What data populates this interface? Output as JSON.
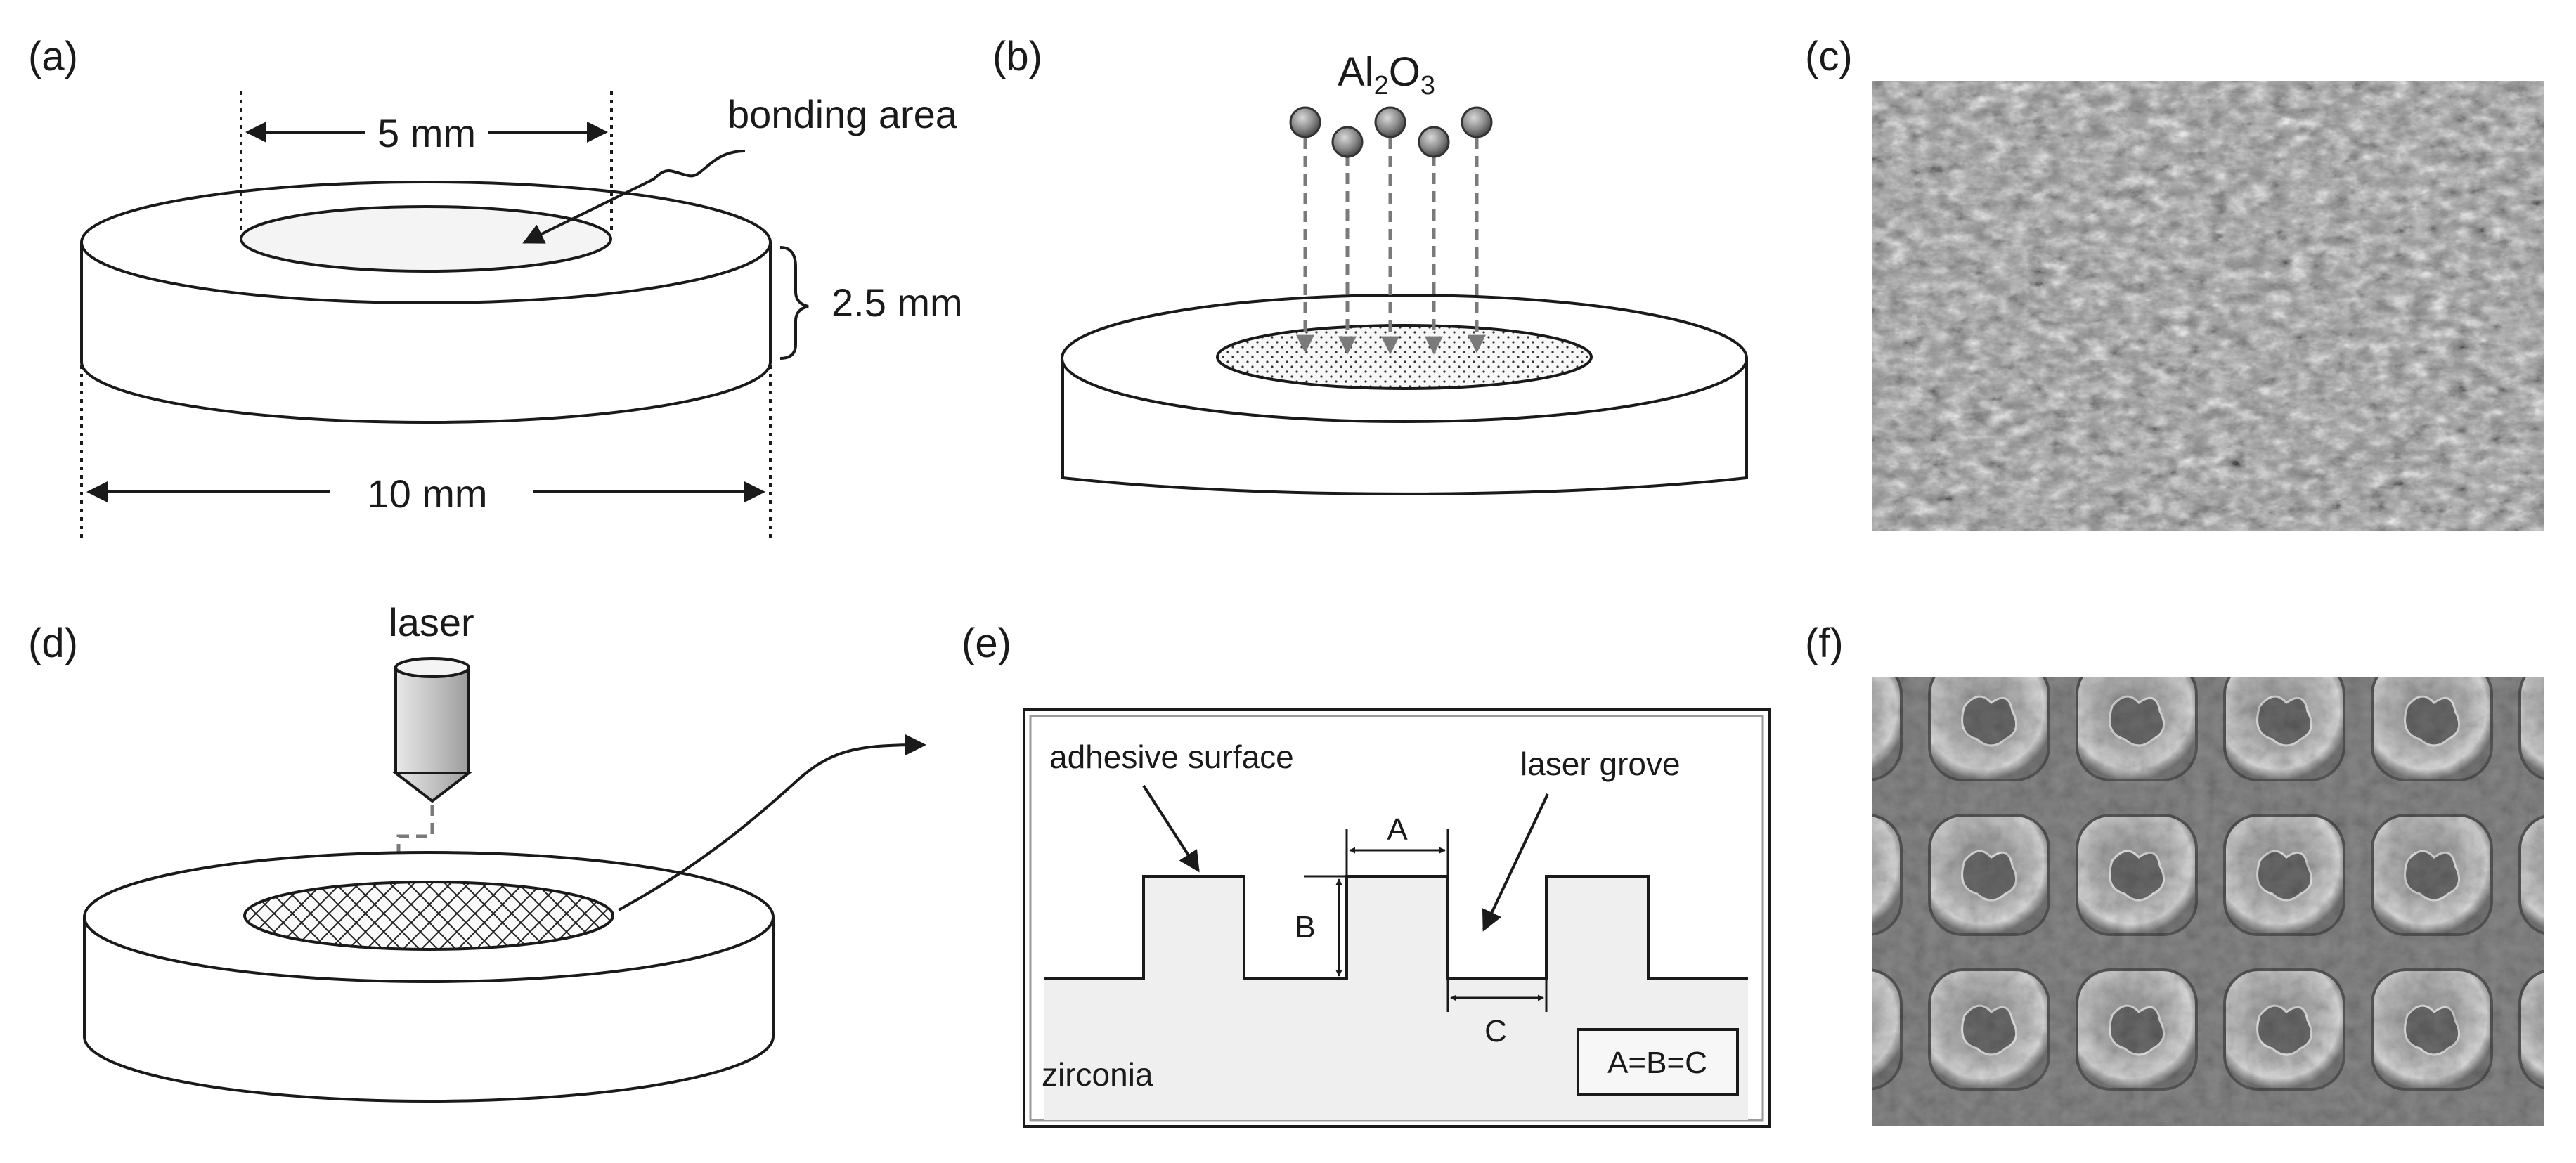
{
  "panels": {
    "a": {
      "label": "(a)",
      "inner_dim": "5 mm",
      "bonding_area": "bonding area",
      "thickness": "2.5 mm",
      "outer_dim": "10 mm"
    },
    "b": {
      "label": "(b)",
      "particle_base": "Al",
      "particle_sub1": "2",
      "particle_mid": "O",
      "particle_sub2": "3"
    },
    "c": {
      "label": "(c)"
    },
    "d": {
      "label": "(d)",
      "laser": "laser"
    },
    "e": {
      "label": "(e)",
      "adhesive_surface": "adhesive surface",
      "laser_groove": "laser grove",
      "dim_a": "A",
      "dim_b": "B",
      "dim_c": "C",
      "material": "zirconia",
      "equation": "A=B=C"
    },
    "f": {
      "label": "(f)"
    }
  },
  "colors": {
    "line": "#1a1a1a",
    "dashed_arrow": "#7a7a7a",
    "zirconia_fill": "#efefef",
    "sem_base": "#8a8a8a"
  }
}
